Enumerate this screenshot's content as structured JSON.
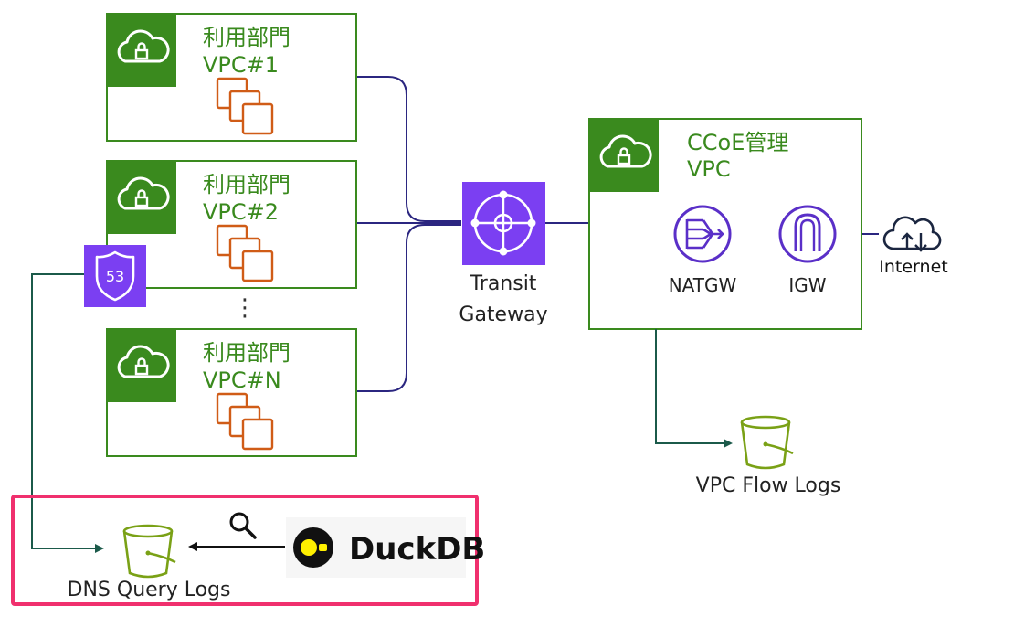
{
  "vpcs": [
    {
      "name": "利用部門",
      "id": "VPC#1"
    },
    {
      "name": "利用部門",
      "id": "VPC#2"
    },
    {
      "name": "利用部門",
      "id": "VPC#N"
    }
  ],
  "ellipsis": "⋮",
  "route53": {
    "label": "53"
  },
  "transit_gateway": {
    "line1": "Transit",
    "line2": "Gateway"
  },
  "ccoe_vpc": {
    "line1": "CCoE管理",
    "line2": "VPC"
  },
  "natgw": {
    "label": "NATGW"
  },
  "igw": {
    "label": "IGW"
  },
  "internet": {
    "label": "Internet"
  },
  "flow_logs": {
    "label": "VPC Flow Logs"
  },
  "dns_logs": {
    "label": "DNS Query Logs"
  },
  "duckdb": {
    "label": "DuckDB"
  },
  "colors": {
    "vpc_green": "#3a8a1e",
    "instance_orange": "#d05c17",
    "aws_purple": "#7b3ff2",
    "connector_navy": "#2b2680",
    "log_teal": "#1b5a4a",
    "bucket_olive": "#7aa116",
    "highlight_pink": "#f0306e"
  }
}
